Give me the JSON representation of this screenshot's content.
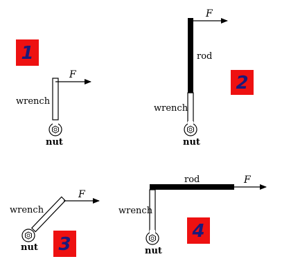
{
  "colors": {
    "badge_fill": "#ee1111",
    "badge_text": "#1a1a7a",
    "rod": "#000000",
    "line": "#000000",
    "background": "#ffffff"
  },
  "panels": [
    {
      "number": "1",
      "labels": {
        "wrench": "wrench",
        "nut": "nut",
        "force": "F"
      }
    },
    {
      "number": "2",
      "labels": {
        "wrench": "wrench",
        "nut": "nut",
        "force": "F",
        "rod": "rod"
      }
    },
    {
      "number": "3",
      "labels": {
        "wrench": "wrench",
        "nut": "nut",
        "force": "F"
      }
    },
    {
      "number": "4",
      "labels": {
        "wrench": "wrench",
        "nut": "nut",
        "force": "F",
        "rod": "rod"
      }
    }
  ]
}
